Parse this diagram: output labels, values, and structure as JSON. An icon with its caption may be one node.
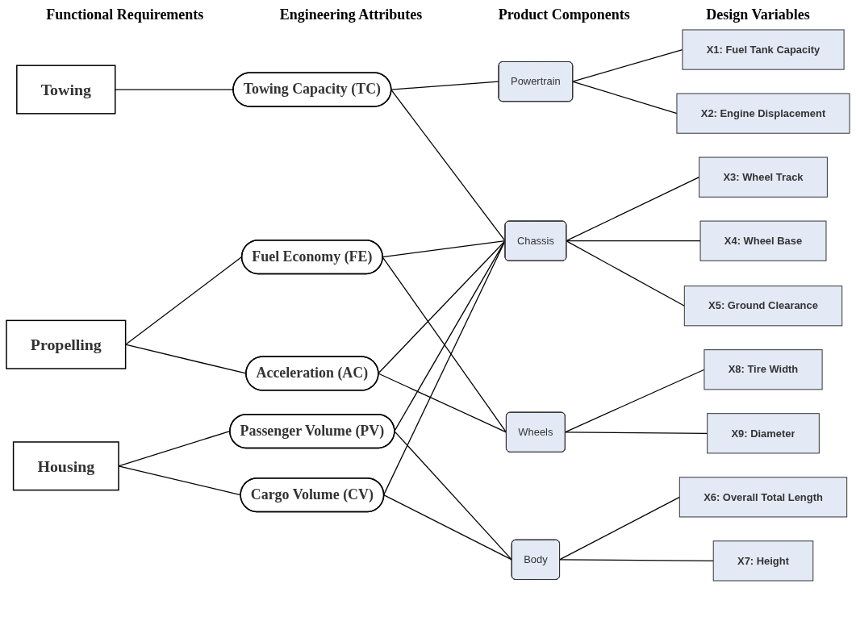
{
  "diagram": {
    "nodes": [
      {
        "text": [
          "Towing"
        ]
      },
      {
        "text": [
          "Propelling"
        ]
      },
      {
        "text": [
          "Housing"
        ]
      },
      {
        "text": [
          "Towing Capacity (TC)"
        ]
      },
      {
        "text": [
          "Fuel Economy (FE)"
        ]
      },
      {
        "text": [
          "Acceleration (AC)"
        ]
      },
      {
        "text": [
          "Passenger Volume (PV)"
        ]
      },
      {
        "text": [
          "Cargo Volume (CV)"
        ]
      },
      {
        "text": [
          "Powertrain"
        ]
      },
      {
        "text": [
          "Chassis"
        ]
      },
      {
        "text": [
          "Body"
        ]
      },
      {
        "text": [
          "Wheels"
        ]
      },
      {
        "text": [
          "X1: Fuel Tank Capacity"
        ]
      },
      {
        "text": [
          "X2: Engine Displacement"
        ]
      },
      {
        "text": [
          "X3: Wheel Track"
        ]
      },
      {
        "text": [
          "X4: Wheel Base"
        ]
      },
      {
        "text": [
          "X5: Ground Clearance"
        ]
      },
      {
        "text": [
          "X6: Overall Total Length"
        ]
      },
      {
        "text": [
          "X7: Height"
        ]
      },
      {
        "text": [
          "X8: Tire Width"
        ]
      },
      {
        "text": [
          "X9: Diameter"
        ]
      }
    ],
    "edges": [
      {
        "from": 0,
        "to": 3,
        "arrow": "none"
      },
      {
        "from": 1,
        "to": 4,
        "arrow": "none"
      },
      {
        "from": 1,
        "to": 5,
        "arrow": "none"
      },
      {
        "from": 2,
        "to": 6,
        "arrow": "none"
      },
      {
        "from": 2,
        "to": 7,
        "arrow": "none"
      },
      {
        "from": 3,
        "to": 8,
        "arrow": "none"
      },
      {
        "from": 3,
        "to": 9,
        "arrow": "none"
      },
      {
        "from": 4,
        "to": 9,
        "arrow": "none"
      },
      {
        "from": 4,
        "to": 11,
        "arrow": "none"
      },
      {
        "from": 5,
        "to": 9,
        "arrow": "none"
      },
      {
        "from": 5,
        "to": 11,
        "arrow": "none"
      },
      {
        "from": 6,
        "to": 9,
        "arrow": "none"
      },
      {
        "from": 6,
        "to": 10,
        "arrow": "none"
      },
      {
        "from": 7,
        "to": 9,
        "arrow": "none"
      },
      {
        "from": 7,
        "to": 10,
        "arrow": "none"
      },
      {
        "from": 8,
        "to": 12,
        "arrow": "none"
      },
      {
        "from": 8,
        "to": 13,
        "arrow": "none"
      },
      {
        "from": 9,
        "to": 14,
        "arrow": "none"
      },
      {
        "from": 9,
        "to": 15,
        "arrow": "none"
      },
      {
        "from": 9,
        "to": 16,
        "arrow": "none"
      },
      {
        "from": 10,
        "to": 17,
        "arrow": "none"
      },
      {
        "from": 10,
        "to": 18,
        "arrow": "none"
      },
      {
        "from": 11,
        "to": 19,
        "arrow": "none"
      },
      {
        "from": 11,
        "to": 20,
        "arrow": "none"
      }
    ],
    "labels": [
      "Functional Requirements",
      "Engineering Attributes",
      "Product Components",
      "Design Variables"
    ]
  }
}
